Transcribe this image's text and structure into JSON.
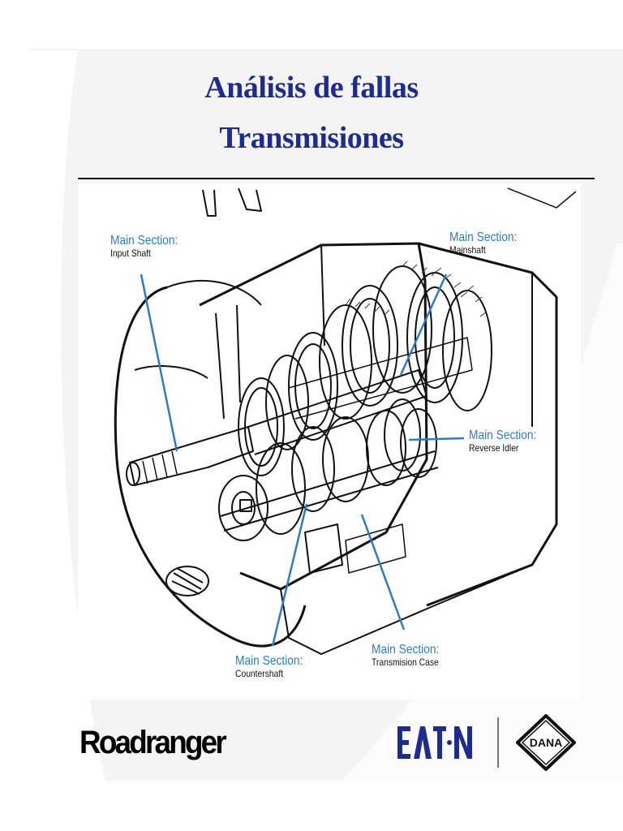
{
  "slide": {
    "title_line1": "Análisis de fallas",
    "title_line2": "Transmisiones"
  },
  "figure": {
    "callouts": [
      {
        "section": "Main Section:",
        "part": "Input Shaft"
      },
      {
        "section": "Main Section:",
        "part": "Mainshaft"
      },
      {
        "section": "Main Section:",
        "part": "Reverse Idler"
      },
      {
        "section": "Main Section:",
        "part": "Countershaft"
      },
      {
        "section": "Main Section:",
        "part": "Transmision Case"
      }
    ]
  },
  "footer": {
    "roadranger": "Roadranger",
    "eaton": "EATON",
    "dana": "DANA"
  },
  "colors": {
    "title": "#1f2c8e",
    "callout_section": "#2d7cc1",
    "callout_line": "#2d7cc1",
    "eaton_logo": "#1f2c8e"
  }
}
